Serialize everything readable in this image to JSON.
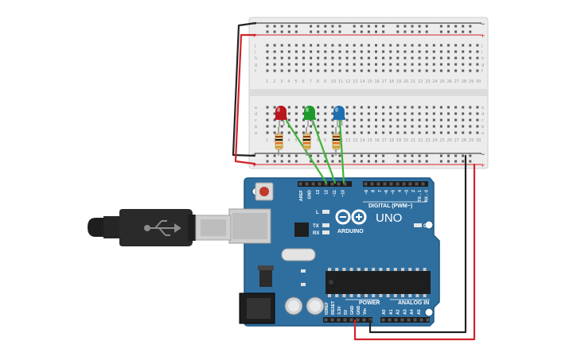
{
  "board": {
    "brand": "ARDUINO",
    "model": "UNO",
    "digital_header": "DIGITAL (PWM~)",
    "power_header": "POWER",
    "analog_header": "ANALOG IN",
    "on_label": "ON",
    "l_label": "L",
    "tx_label": "TX",
    "rx_label": "RX",
    "digital_pins": [
      "AREF",
      "GND",
      "13",
      "12",
      "~11",
      "~10",
      "~9",
      "8",
      "7",
      "~6",
      "~5",
      "4",
      "~3",
      "2",
      "TX→1",
      "RX←0"
    ],
    "power_pins": [
      "IOREF",
      "RESET",
      "3.3V",
      "5V",
      "GND",
      "GND",
      "Vin"
    ],
    "analog_pins": [
      "A0",
      "A1",
      "A2",
      "A3",
      "A4",
      "A5"
    ]
  },
  "breadboard": {
    "row_letters_top": [
      "a",
      "b",
      "c",
      "d",
      "e"
    ],
    "row_letters_bottom": [
      "f",
      "g",
      "h",
      "i",
      "j"
    ],
    "columns": [
      "1",
      "2",
      "3",
      "4",
      "5",
      "6",
      "7",
      "8",
      "9",
      "10",
      "11",
      "12",
      "13",
      "14",
      "15",
      "16",
      "17",
      "18",
      "19",
      "20",
      "21",
      "22",
      "23",
      "24",
      "25",
      "26",
      "27",
      "28",
      "29",
      "30"
    ],
    "rail_minus": "−",
    "rail_plus": "+"
  },
  "leds": [
    {
      "color": "#b8171c",
      "name": "red"
    },
    {
      "color": "#1e9a2c",
      "name": "green"
    },
    {
      "color": "#1f6fb0",
      "name": "blue"
    }
  ],
  "colors": {
    "board": "#2f6fa0",
    "board_edge": "#1f5781",
    "wire_green": "#3fb43a",
    "wire_red": "#d0232a",
    "wire_black": "#222222"
  }
}
